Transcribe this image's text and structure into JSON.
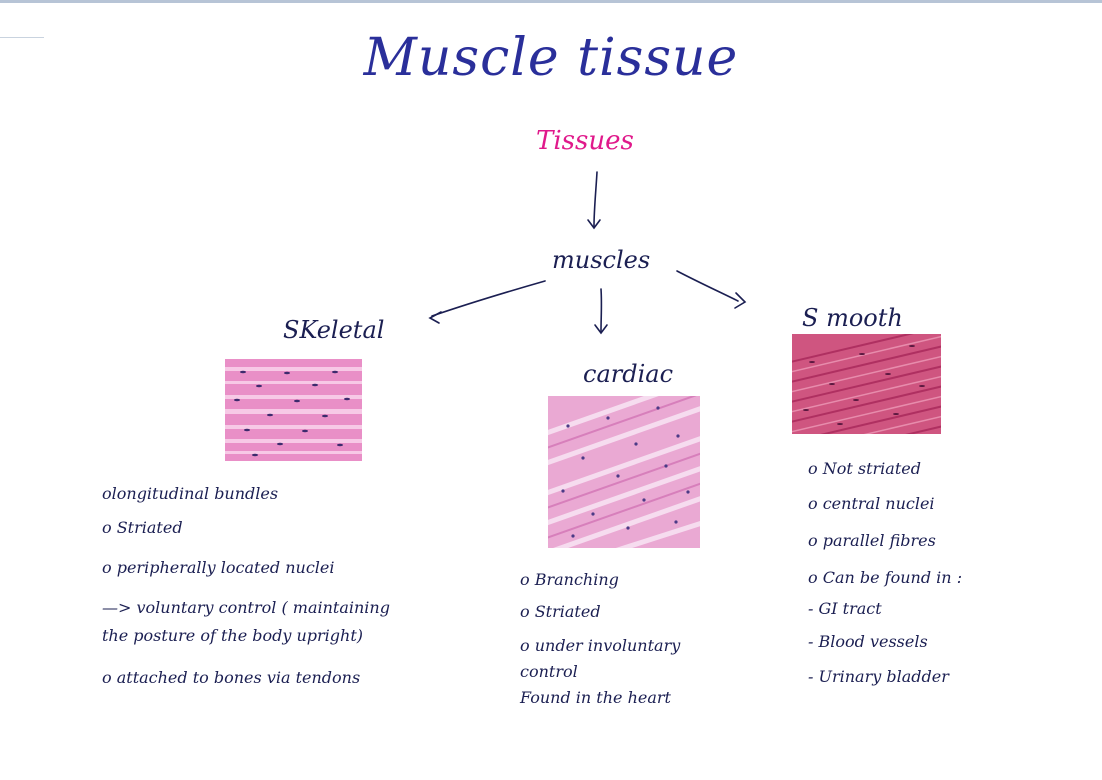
{
  "title": "Muscle tissue",
  "root": "Tissues",
  "parent": "muscles",
  "branches": {
    "skeletal": {
      "title": "SKeletal",
      "notes": [
        "olongitudinal      bundles",
        "o  Striated",
        "o  peripherally located nuclei",
        "—> voluntary control ( maintaining",
        "the posture of the body upright)",
        "o attached to bones via  tendons"
      ]
    },
    "cardiac": {
      "title": "cardiac",
      "notes": [
        "o  Branching",
        "o  Striated",
        "o  under  involuntary",
        "   control",
        "Found in the heart"
      ]
    },
    "smooth": {
      "title": "S mooth",
      "notes": [
        "o Not  striated",
        "o  central  nuclei",
        "o  parallel  fibres",
        "o  Can   be  found  in :",
        "   - GI  tract",
        "     - Blood  vessels",
        "     - Urinary  bladder"
      ]
    }
  },
  "colors": {
    "title": "#2a2f9a",
    "root": "#e0198b",
    "ink": "#1b1f52",
    "skeletal_tissue": "#e58ac2",
    "cardiac_tissue": "#e7a6d0",
    "smooth_tissue": "#c94a78"
  }
}
